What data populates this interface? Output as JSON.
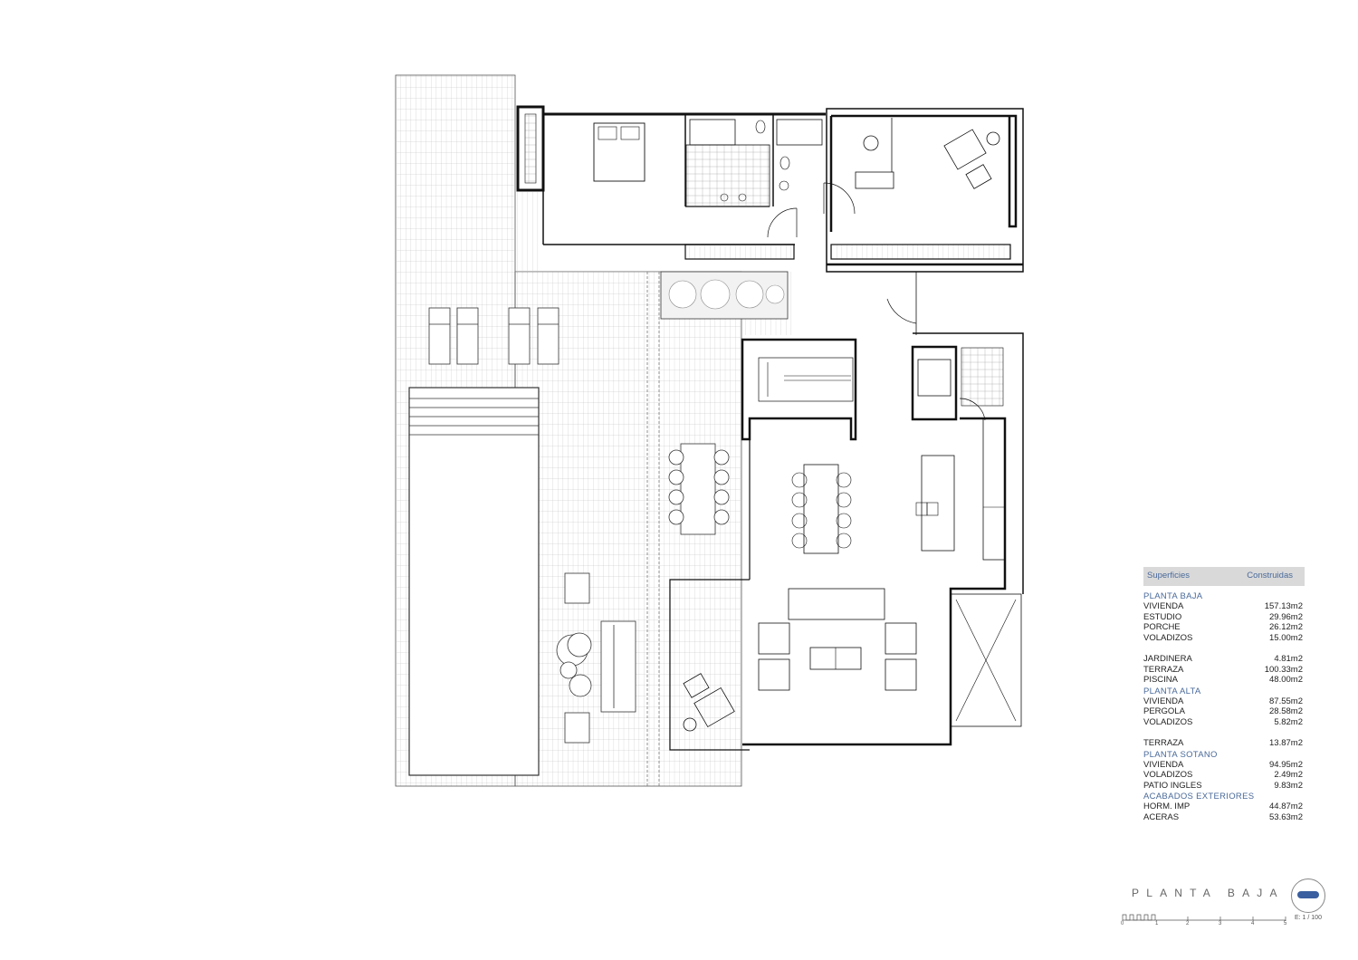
{
  "legend": {
    "header": {
      "left": "Superficies",
      "right": "Construidas"
    },
    "sections": [
      {
        "title": "PLANTA BAJA",
        "rows": [
          {
            "label": "VIVIENDA",
            "value": "157.13m2"
          },
          {
            "label": "ESTUDIO",
            "value": "29.96m2"
          },
          {
            "label": "PORCHE",
            "value": "26.12m2"
          },
          {
            "label": "VOLADIZOS",
            "value": "15.00m2"
          }
        ]
      },
      {
        "title": "",
        "rows": [
          {
            "label": "JARDINERA",
            "value": "4.81m2"
          },
          {
            "label": "TERRAZA",
            "value": "100.33m2"
          },
          {
            "label": "PISCINA",
            "value": "48.00m2"
          }
        ]
      },
      {
        "title": "PLANTA ALTA",
        "rows": [
          {
            "label": "VIVIENDA",
            "value": "87.55m2"
          },
          {
            "label": "PERGOLA",
            "value": "28.58m2"
          },
          {
            "label": "VOLADIZOS",
            "value": "5.82m2"
          }
        ]
      },
      {
        "title": "",
        "rows": [
          {
            "label": "TERRAZA",
            "value": "13.87m2"
          }
        ]
      },
      {
        "title": "PLANTA SOTANO",
        "rows": [
          {
            "label": "VIVIENDA",
            "value": "94.95m2"
          },
          {
            "label": "VOLADIZOS",
            "value": "2.49m2"
          },
          {
            "label": "PATIO INGLES",
            "value": "9.83m2"
          }
        ]
      },
      {
        "title": "ACABADOS EXTERIORES",
        "rows": [
          {
            "label": "HORM. IMP",
            "value": "44.87m2"
          },
          {
            "label": "ACERAS",
            "value": "53.63m2"
          }
        ]
      }
    ]
  },
  "title_block": {
    "title": "PLANTA BAJA",
    "scale": "E: 1 / 100"
  },
  "scale_bar": {
    "ticks": [
      "0",
      "1",
      "2",
      "3",
      "4",
      "5"
    ]
  },
  "colors": {
    "accent": "#4a6a9a",
    "north_mark": "#3a5fa0",
    "line": "#222222"
  }
}
